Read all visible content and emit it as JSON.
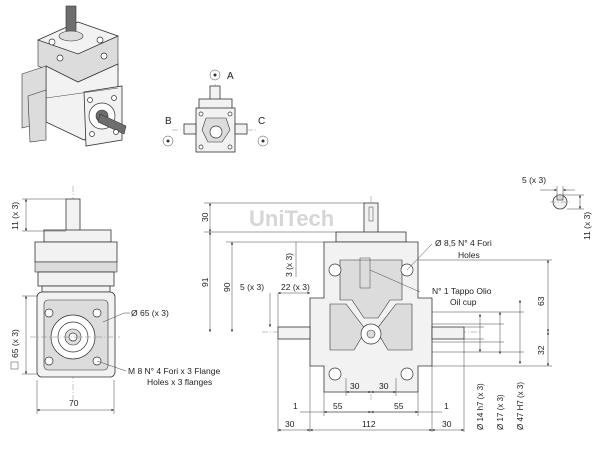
{
  "brand": {
    "watermark": "UniTech"
  },
  "schematic": {
    "label_a": "A",
    "label_b": "B",
    "label_c": "C"
  },
  "side_view": {
    "dim_top": "11 (x 3)",
    "dim_width": "70",
    "dim_square": "65 (x 3)",
    "note_flange_diameter": "Ø 65 (x 3)",
    "note_flange_holes_line1": "M 8 N° 4 Fori x 3 Flange",
    "note_flange_holes_line2": "Holes x 3 flanges"
  },
  "front_view": {
    "dim_30_top": "30",
    "dim_91": "91",
    "dim_90": "90",
    "dim_3x3": "3 (x 3)",
    "dim_5x3": "5 (x 3)",
    "dim_22x3": "22 (x 3)",
    "dim_63": "63",
    "dim_32": "32",
    "dim_30_a": "30",
    "dim_30_b": "30",
    "dim_1_left": "1",
    "dim_55_left": "55",
    "dim_55_right": "55",
    "dim_1_right": "1",
    "dim_30_left_bottom": "30",
    "dim_112": "112",
    "dim_30_right_bottom": "30",
    "dia_14": "Ø 14 h7 (x 3)",
    "dia_17": "Ø 17 (x 3)",
    "dia_47": "Ø 47 H7 (x 3)",
    "note_holes_line1": "Ø 8,5 N° 4 Fori",
    "note_holes_line2": "Holes",
    "note_oil_line1": "N° 1 Tappo Olio",
    "note_oil_line2": "Oil cup"
  },
  "key_detail": {
    "dim_key_width": "5 (x 3)",
    "dim_key_height": "11 (x 3)"
  }
}
